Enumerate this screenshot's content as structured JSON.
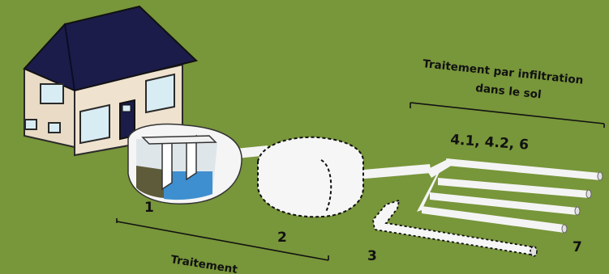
{
  "colors": {
    "background": "#78963a",
    "roof": "#1b1c4a",
    "wall": "#efe2cf",
    "window": "#d8ecf3",
    "pipe": "#f4f4f4",
    "water": "#3e8fcf",
    "sludge": "#5e5b3a"
  },
  "labels": {
    "n1": "1",
    "n2": "2",
    "n3": "3",
    "n4": "4.1, 4.2, 6",
    "n7": "7",
    "treatment": "Traitement",
    "infiltration_line1": "Traitement par infiltration",
    "infiltration_line2": "dans le sol"
  }
}
